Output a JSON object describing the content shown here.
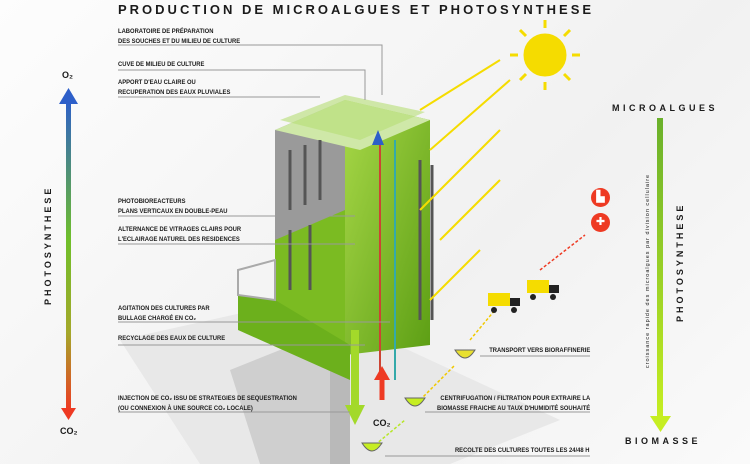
{
  "title": "PRODUCTION DE MICROALGUES ET PHOTOSYNTHESE",
  "left_labels": {
    "lab": [
      "LABORATOIRE DE PRÉPARATION",
      "DES SOUCHES ET DU MILIEU DE CULTURE"
    ],
    "cuve": "CUVE DE MILIEU DE CULTURE",
    "apport": [
      "APPORT D'EAU CLAIRE OU",
      "RECUPERATION DES EAUX PLUVIALES"
    ],
    "photobio": [
      "PHOTOBIOREACTEURS",
      "PLANS VERTICAUX EN DOUBLE-PEAU"
    ],
    "alternance": [
      "ALTERNANCE DE VITRAGES CLAIRS POUR",
      "L'ECLAIRAGE NATUREL DES RESIDENCES"
    ],
    "agitation": [
      "AGITATION DES CULTURES PAR",
      "BULLAGE CHARGÉ EN CO₂"
    ],
    "recyclage": "RECYCLAGE DES EAUX DE CULTURE",
    "injection": [
      "INJECTION DE CO₂ ISSU DE STRATEGIES DE SEQUESTRATION",
      "(OU CONNEXION À UNE SOURCE CO₂ LOCALE)"
    ]
  },
  "right_labels": {
    "transport": "TRANSPORT VERS BIORAFFINERIE",
    "centrifugation": [
      "CENTRIFUGATION / FILTRATION POUR EXTRAIRE LA",
      "BIOMASSE FRAICHE AU TAUX D'HUMIDITÉ SOUHAITÉ"
    ],
    "recolte": "RECOLTE DES CULTURES TOUTES LES 24/48 H",
    "co2": "CO₂"
  },
  "left_axis": {
    "top": "O₂",
    "bottom": "CO₂",
    "label": "PHOTOSYNTHESE"
  },
  "right_axis": {
    "top": "MICROALGUES",
    "bottom": "BIOMASSE",
    "label": "PHOTOSYNTHESE",
    "caption": "croissance rapide des microalgues par division cellulaire"
  },
  "icons": [
    "factory-icon",
    "pharmacy-icon",
    "truck-icon",
    "sun-icon"
  ],
  "colors": {
    "green": "#7dc11f",
    "lime": "#c6ee22",
    "red": "#ee3a23",
    "blue": "#2d5fc9",
    "sun": "#f5dc00"
  }
}
